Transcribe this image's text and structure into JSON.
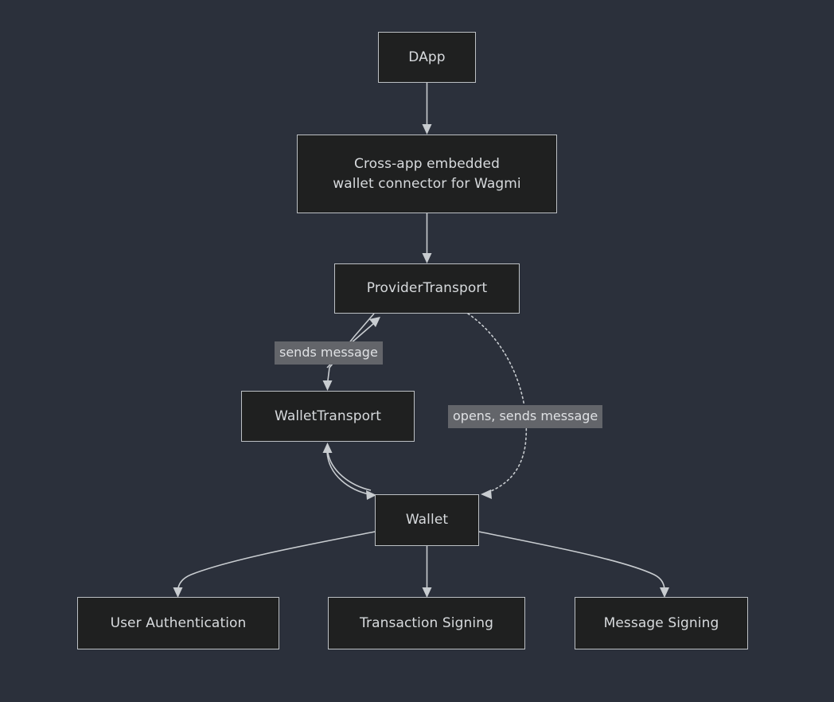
{
  "diagram": {
    "type": "flowchart",
    "background_color": "#2b303b",
    "node_fill_color": "#1f2020",
    "node_border_color": "#bcc0c4",
    "text_color": "#d7dadd",
    "edge_color": "#c8ccd0",
    "label_background_color": "#63656a",
    "nodes": [
      {
        "id": "dapp",
        "label": "DApp"
      },
      {
        "id": "connector",
        "label": "Cross-app embedded\nwallet connector for Wagmi"
      },
      {
        "id": "provider",
        "label": "ProviderTransport"
      },
      {
        "id": "wallettr",
        "label": "WalletTransport"
      },
      {
        "id": "wallet",
        "label": "Wallet"
      },
      {
        "id": "userauth",
        "label": "User Authentication"
      },
      {
        "id": "txsign",
        "label": "Transaction Signing"
      },
      {
        "id": "msgsign",
        "label": "Message Signing"
      }
    ],
    "edges": [
      {
        "from": "dapp",
        "to": "connector",
        "label": "",
        "style": "solid"
      },
      {
        "from": "connector",
        "to": "provider",
        "label": "",
        "style": "solid"
      },
      {
        "from": "provider",
        "to": "wallettr",
        "label": "sends message",
        "style": "solid"
      },
      {
        "from": "wallettr",
        "to": "provider",
        "label": "",
        "style": "solid"
      },
      {
        "from": "provider",
        "to": "wallet",
        "label": "opens, sends message",
        "style": "dotted"
      },
      {
        "from": "wallettr",
        "to": "wallet",
        "label": "",
        "style": "solid"
      },
      {
        "from": "wallet",
        "to": "wallettr",
        "label": "",
        "style": "solid"
      },
      {
        "from": "wallet",
        "to": "userauth",
        "label": "",
        "style": "solid"
      },
      {
        "from": "wallet",
        "to": "txsign",
        "label": "",
        "style": "solid"
      },
      {
        "from": "wallet",
        "to": "msgsign",
        "label": "",
        "style": "solid"
      }
    ],
    "labels": {
      "sends_message": "sends message",
      "opens_sends_message": "opens, sends message"
    }
  }
}
